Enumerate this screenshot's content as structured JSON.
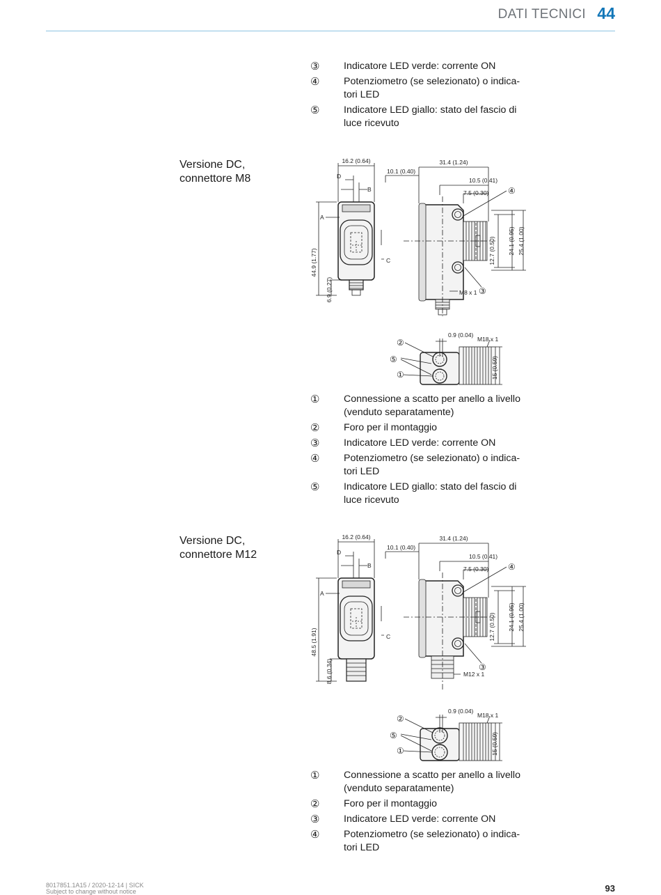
{
  "header": {
    "title": "DATI TECNICI",
    "chapter": "44"
  },
  "legend_top": [
    {
      "num": "③",
      "text": "Indicatore LED verde: corrente ON"
    },
    {
      "num": "④",
      "text": "Potenziometro (se selezionato) o indica-tori LED"
    },
    {
      "num": "⑤",
      "text": "Indicatore LED giallo: stato del fascio di luce ricevuto"
    }
  ],
  "section_m8": {
    "title_line1": "Versione DC,",
    "title_line2": "connettore M8",
    "dims": {
      "width": "16.2 (0.64)",
      "length": "31.4 (1.24)",
      "offset": "10.1 (0.40)",
      "d1": "10.5 (0.41)",
      "d2": "7.5 (0.30)",
      "height": "44.9 (1.77)",
      "conn_len": "6.9 (0.27)",
      "h1": "24.1 (0.95)",
      "h2": "25.4 (1.00)",
      "h3": "12.7 (0.50)",
      "thread": "M8 x 1",
      "top_gap": "0.9 (0.04)",
      "top_thread": "M18 x 1",
      "top_h": "15 (0.59)",
      "A": "A",
      "B": "B",
      "C": "C",
      "D": "D",
      "c1": "①",
      "c2": "②",
      "c3": "③",
      "c4": "④",
      "c5": "⑤"
    },
    "legend": [
      {
        "num": "①",
        "text": "Connessione a scatto per anello a livello (venduto separatamente)"
      },
      {
        "num": "②",
        "text": "Foro per il montaggio"
      },
      {
        "num": "③",
        "text": "Indicatore LED verde: corrente ON"
      },
      {
        "num": "④",
        "text": "Potenziometro (se selezionato) o indica-tori LED"
      },
      {
        "num": "⑤",
        "text": "Indicatore LED giallo: stato del fascio di luce ricevuto"
      }
    ]
  },
  "section_m12": {
    "title_line1": "Versione DC,",
    "title_line2": "connettore M12",
    "dims": {
      "width": "16.2 (0.64)",
      "length": "31.4 (1.24)",
      "offset": "10.1 (0.40)",
      "d1": "10.5 (0.41)",
      "d2": "7.5 (0.30)",
      "height": "48.5 (1.91)",
      "conn_len": "8.6 (0.34)",
      "h1": "24.1 (0.95)",
      "h2": "25.4 (1.00)",
      "h3": "12.7 (0.50)",
      "thread": "M12 x 1",
      "top_gap": "0.9 (0.04)",
      "top_thread": "M18 x 1",
      "top_h": "15 (0.59)",
      "A": "A",
      "B": "B",
      "C": "C",
      "D": "D",
      "c1": "①",
      "c2": "②",
      "c3": "③",
      "c4": "④",
      "c5": "⑤"
    },
    "legend": [
      {
        "num": "①",
        "text": "Connessione a scatto per anello a livello (venduto separatamente)"
      },
      {
        "num": "②",
        "text": "Foro per il montaggio"
      },
      {
        "num": "③",
        "text": "Indicatore LED verde: corrente ON"
      },
      {
        "num": "④",
        "text": "Potenziometro (se selezionato) o indica-tori LED"
      }
    ]
  },
  "footer": {
    "line1": "8017851.1A15 / 2020-12-14 | SICK",
    "line2": "Subject to change without notice",
    "page": "93"
  },
  "colors": {
    "accent": "#1377b8",
    "rule": "#8cc3e2"
  }
}
